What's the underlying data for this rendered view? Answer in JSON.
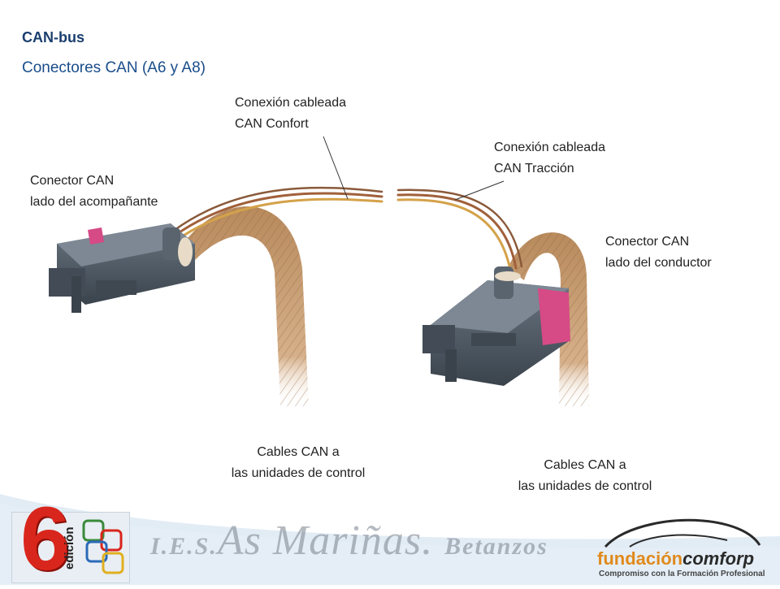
{
  "slide": {
    "title": "CAN-bus",
    "subtitle": "Conectores CAN (A6 y A8)"
  },
  "labels": {
    "confort_line1": "Conexión cableada",
    "confort_line2": "CAN Confort",
    "traccion_line1": "Conexión cableada",
    "traccion_line2": "CAN Tracción",
    "acomp_line1": "Conector CAN",
    "acomp_line2": "lado del acompañante",
    "conductor_line1": "Conector CAN",
    "conductor_line2": "lado del conductor",
    "cables_left_line1": "Cables CAN a",
    "cables_left_line2": "las unidades de control",
    "cables_right_line1": "Cables CAN a",
    "cables_right_line2": "las unidades de control"
  },
  "footer": {
    "edition_number": "6",
    "edition_word": "edición",
    "school_prefix": "I.E.S.",
    "school_name": "As Mariñas.",
    "school_city": "Betanzos",
    "foundation_part1": "fundación",
    "foundation_part2": "comforp",
    "foundation_tagline": "Compromiso con la Formación Profesional"
  },
  "colors": {
    "title": "#1a3e6e",
    "subtitle": "#1a4d8a",
    "connector_body": "#4a5560",
    "latch_pink": "#d64a86",
    "cable_copper": "#c89a6a",
    "edition_red": "#d9261c",
    "foundation_orange": "#e08a1e"
  }
}
